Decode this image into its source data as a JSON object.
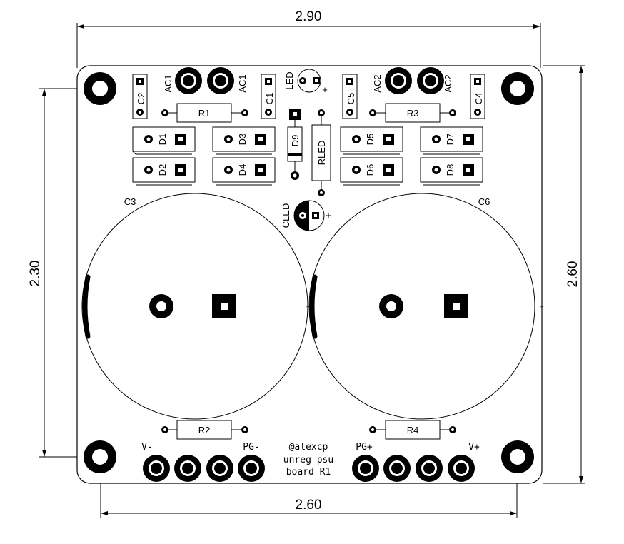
{
  "dimensions": {
    "top_width": "2.90",
    "bottom_width": "2.60",
    "left_height": "2.30",
    "right_height": "2.60"
  },
  "components": {
    "c2": "C2",
    "ac1_left": "AC1",
    "ac1_right": "AC1",
    "c1": "C1",
    "led": "LED",
    "led_plus": "+",
    "c5": "C5",
    "ac2_left": "AC2",
    "ac2_right": "AC2",
    "c4": "C4",
    "r1": "R1",
    "r3": "R3",
    "r2": "R2",
    "r4": "R4",
    "d1": "D1",
    "d2": "D2",
    "d3": "D3",
    "d4": "D4",
    "d5": "D5",
    "d6": "D6",
    "d7": "D7",
    "d8": "D8",
    "d9": "D9",
    "rled": "RLED",
    "cled": "CLED",
    "cled_plus": "+",
    "c3": "C3",
    "c6": "C6",
    "c3_plus": "+",
    "c6_plus": "+"
  },
  "terminals": {
    "v_minus": "V-",
    "pg_minus": "PG-",
    "pg_plus": "PG+",
    "v_plus": "V+"
  },
  "credit": {
    "line1": "@alexcp",
    "line2": "unreg psu",
    "line3": "board R1"
  },
  "colors": {
    "silkscreen": "#000000",
    "board": "#ffffff"
  }
}
